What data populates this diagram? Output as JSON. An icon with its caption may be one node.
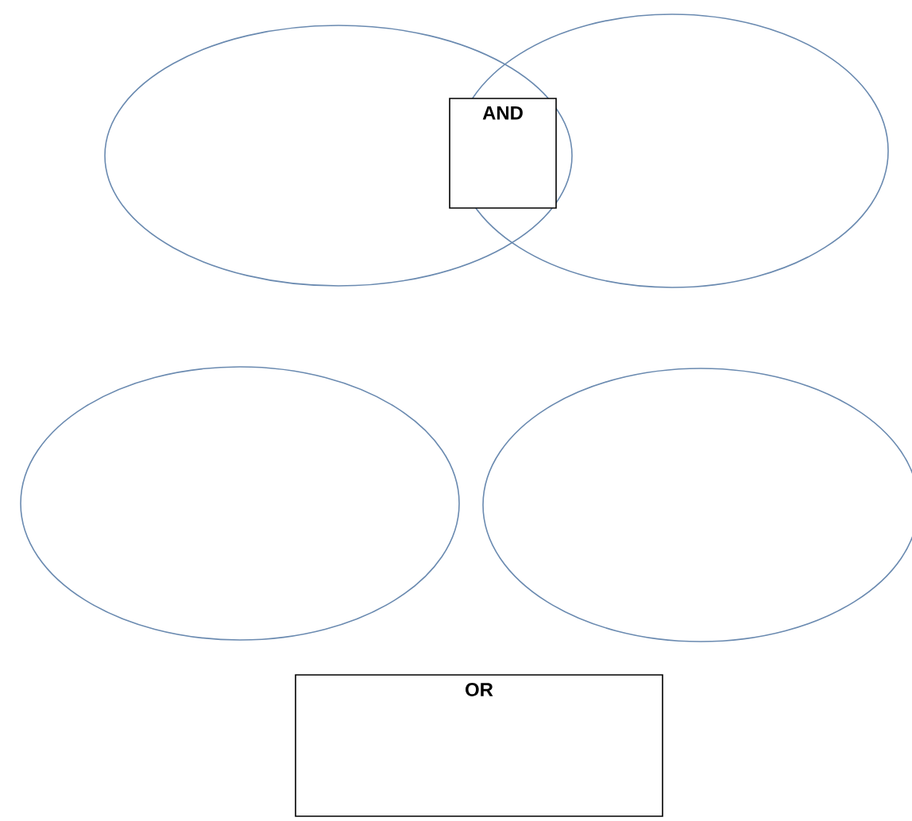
{
  "diagram": {
    "nodes": [
      {
        "text": [],
        "shape": "ellipse"
      },
      {
        "text": [],
        "shape": "ellipse"
      },
      {
        "text": [
          "AND"
        ]
      },
      {
        "text": [],
        "shape": "ellipse"
      },
      {
        "text": [],
        "shape": "ellipse"
      },
      {
        "text": [
          "OR"
        ]
      }
    ]
  }
}
